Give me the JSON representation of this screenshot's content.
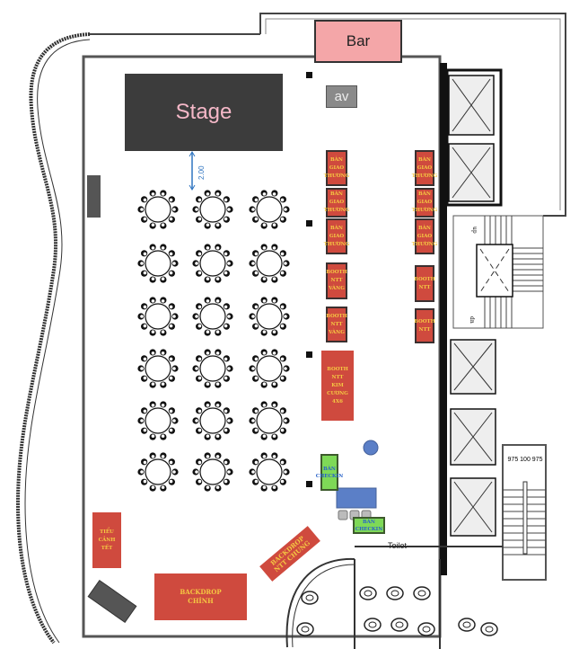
{
  "plan": {
    "bar_label": "Bar",
    "stage_label": "Stage",
    "av_label": "av",
    "stage_distance": "2.00",
    "toilet_label": "Toilet",
    "stair_dimension": "975 100 975",
    "stair_marks": [
      "up",
      "dn"
    ],
    "tables": {
      "columns": 3,
      "rows": 6,
      "chairs_per_table": 10
    },
    "left_column": [
      {
        "lines": [
          "BÀN",
          "GIAO",
          "THƯƠNG"
        ]
      },
      {
        "lines": [
          "BÀN",
          "GIAO",
          "THƯƠNG"
        ]
      },
      {
        "lines": [
          "BÀN",
          "GIAO",
          "THƯƠNG"
        ]
      },
      {
        "lines": [
          "BOOTH",
          "NTT",
          "VÀNG"
        ]
      },
      {
        "lines": [
          "BOOTH",
          "NTT",
          "VÀNG"
        ]
      }
    ],
    "right_column": [
      {
        "lines": [
          "BÀN",
          "GIAO",
          "THƯƠNG"
        ]
      },
      {
        "lines": [
          "BÀN",
          "GIAO",
          "THƯƠNG"
        ]
      },
      {
        "lines": [
          "BÀN",
          "GIAO",
          "THƯƠNG"
        ]
      },
      {
        "lines": [
          "BOOTH",
          "NTT"
        ]
      },
      {
        "lines": [
          "BOOTH",
          "NTT"
        ]
      }
    ],
    "booth_diamond": {
      "lines": [
        "BOOTH",
        "NTT",
        "KIM",
        "CƯƠNG",
        "4X6"
      ]
    },
    "checkin_1": {
      "lines": [
        "BÀN",
        "CHECKIN"
      ]
    },
    "checkin_2": {
      "lines": [
        "BÀN",
        "CHECKIN"
      ]
    },
    "tieu_canh": {
      "lines": [
        "TIỂU CẢNH",
        "TẾT"
      ]
    },
    "backdrop_main": {
      "lines": [
        "BACKDROP",
        "CHÍNH"
      ]
    },
    "backdrop_ntt": {
      "lines": [
        "BACKDROP",
        "NTT CHUNG"
      ]
    },
    "colors": {
      "booth": "#cf4a3e",
      "checkin": "#7ed957",
      "stage": "#3c3c3c",
      "bar": "#f4a6a8",
      "blue": "#5b7fc7"
    }
  }
}
